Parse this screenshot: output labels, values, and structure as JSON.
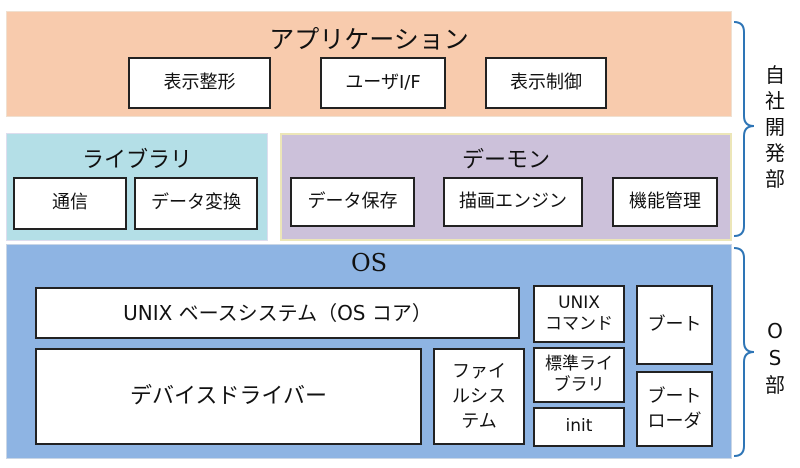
{
  "application": {
    "title": "アプリケーション",
    "boxes": [
      "表示整形",
      "ユーザI/F",
      "表示制御"
    ]
  },
  "library": {
    "title": "ライブラリ",
    "boxes": [
      "通信",
      "データ変換"
    ]
  },
  "daemon": {
    "title": "デーモン",
    "boxes": [
      "データ保存",
      "描画エンジン",
      "機能管理"
    ]
  },
  "os": {
    "title": "OS",
    "unix_base": "UNIX ベースシステム（OS コア）",
    "device_driver": "デバイスドライバー",
    "file_system": [
      "ファイ",
      "ルシス",
      "テム"
    ],
    "unix_command": [
      "UNIX",
      "コマンド"
    ],
    "std_library": [
      "標準ライ",
      "ブラリ"
    ],
    "init": "init",
    "boot": "ブート",
    "boot_loader": [
      "ブート",
      "ローダ"
    ]
  },
  "side_labels": {
    "in_house": [
      "自",
      "社",
      "開",
      "発",
      "部"
    ],
    "os_dept": [
      "O",
      "S",
      "部"
    ]
  },
  "colors": {
    "application_bg": "#f8cbad",
    "library_bg": "#b4dfe7",
    "daemon_bg": "#ccc1da",
    "os_bg": "#8eb4e3",
    "bracket": "#2e75b6"
  }
}
